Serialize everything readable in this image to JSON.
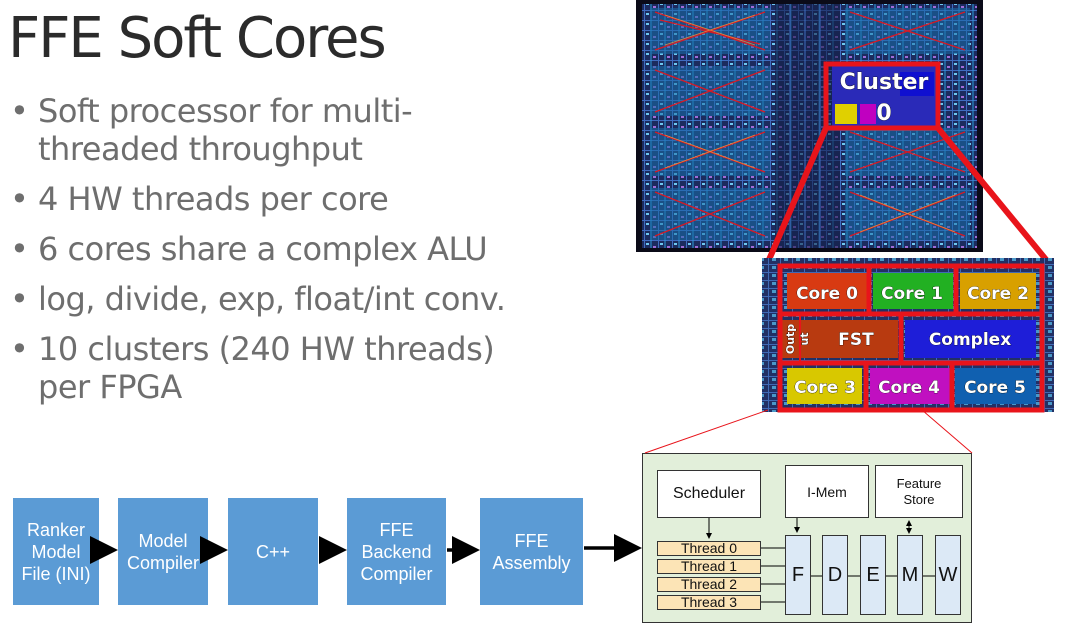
{
  "title": "FFE Soft Cores",
  "bullets": [
    "Soft processor for multi-threaded throughput",
    "4 HW threads per core",
    "6 cores share a complex ALU",
    "log, divide, exp, float/int conv.",
    "10 clusters (240 HW threads) per FPGA"
  ],
  "flow": [
    "Ranker\nModel\nFile (INI)",
    "Model\nCompiler",
    "C++",
    "FFE\nBackend\nCompiler",
    "FFE\nAssembly"
  ],
  "chip": {
    "cluster_label": "Cluster",
    "cluster_number": "0"
  },
  "cluster_detail": {
    "cores_top": [
      "Core 0",
      "Core 1",
      "Core 2"
    ],
    "cores_bottom": [
      "Core 3",
      "Core 4",
      "Core 5"
    ],
    "output_label": "Outp",
    "output_label2": "ut",
    "fst_label": "FST",
    "complex_label": "Complex"
  },
  "pipeline": {
    "scheduler": "Scheduler",
    "imem": "I-Mem",
    "feature_store": "Feature\nStore",
    "threads": [
      "Thread 0",
      "Thread 1",
      "Thread 2",
      "Thread 3"
    ],
    "stages": [
      "F",
      "D",
      "E",
      "M",
      "W"
    ]
  },
  "colors": {
    "flow_box": "#5b9bd5",
    "highlight_red": "#e8141b",
    "panel_green": "#e2efda",
    "thread_fill": "#fce4b6",
    "stage_fill": "#dce9f6"
  }
}
